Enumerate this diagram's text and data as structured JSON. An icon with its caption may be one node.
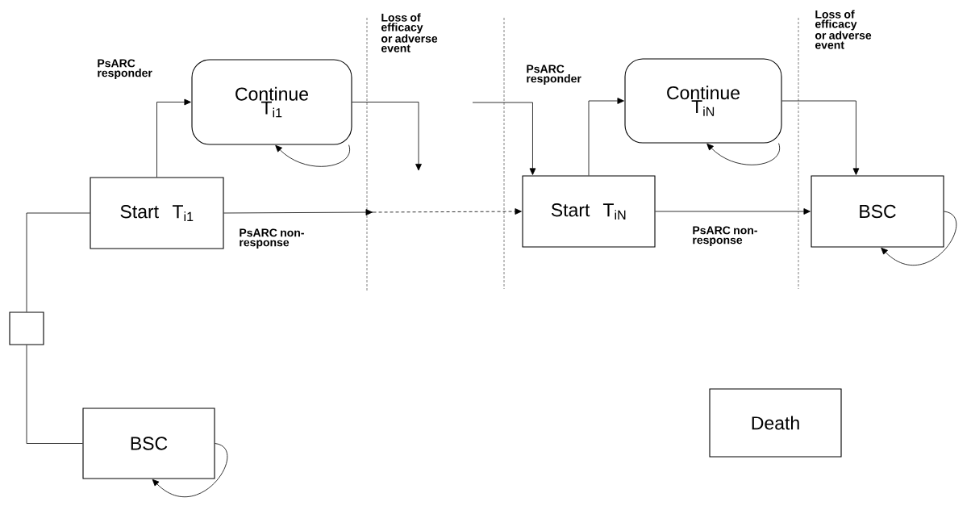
{
  "diagram": {
    "nodes": [
      {
        "text": [],
        "shape": "box"
      },
      {
        "text": [
          "Start T$_{i1}$"
        ]
      },
      {
        "text": [
          "Continue T$_{i1}$"
        ]
      },
      {
        "text": [
          "Start T$_{iN}$"
        ]
      },
      {
        "text": [
          "Continue T$_{iN}$"
        ]
      },
      {
        "text": [
          "BSC"
        ]
      },
      {
        "text": [
          "BSC"
        ]
      },
      {
        "text": [
          "Death"
        ]
      }
    ],
    "edges": [
      {
        "from": 0,
        "to": 1,
        "arrow": "none"
      },
      {
        "from": 0,
        "to": 6,
        "arrow": "none"
      },
      {
        "from": 1,
        "to": 2,
        "arrow": "to",
        "label": "PsARC responder"
      },
      {
        "from": 1,
        "to": 3,
        "arrow": "to",
        "label": "PsARC non-response",
        "style": "dashed"
      },
      {
        "from": 2,
        "to": 2,
        "arrow": "to"
      },
      {
        "from": 2,
        "to": null,
        "arrow": "to",
        "label": "Loss of efficacy or adverse event"
      },
      {
        "from": null,
        "to": 3,
        "arrow": "to"
      },
      {
        "from": 3,
        "to": 4,
        "arrow": "to",
        "label": "PsARC responder"
      },
      {
        "from": 3,
        "to": 5,
        "arrow": "to",
        "label": "PsARC non-response"
      },
      {
        "from": 4,
        "to": 4,
        "arrow": "to"
      },
      {
        "from": 4,
        "to": 5,
        "arrow": "to",
        "label": "Loss of efficacy or adverse event"
      },
      {
        "from": 5,
        "to": 5,
        "arrow": "to"
      },
      {
        "from": 6,
        "to": 6,
        "arrow": "to"
      }
    ]
  }
}
